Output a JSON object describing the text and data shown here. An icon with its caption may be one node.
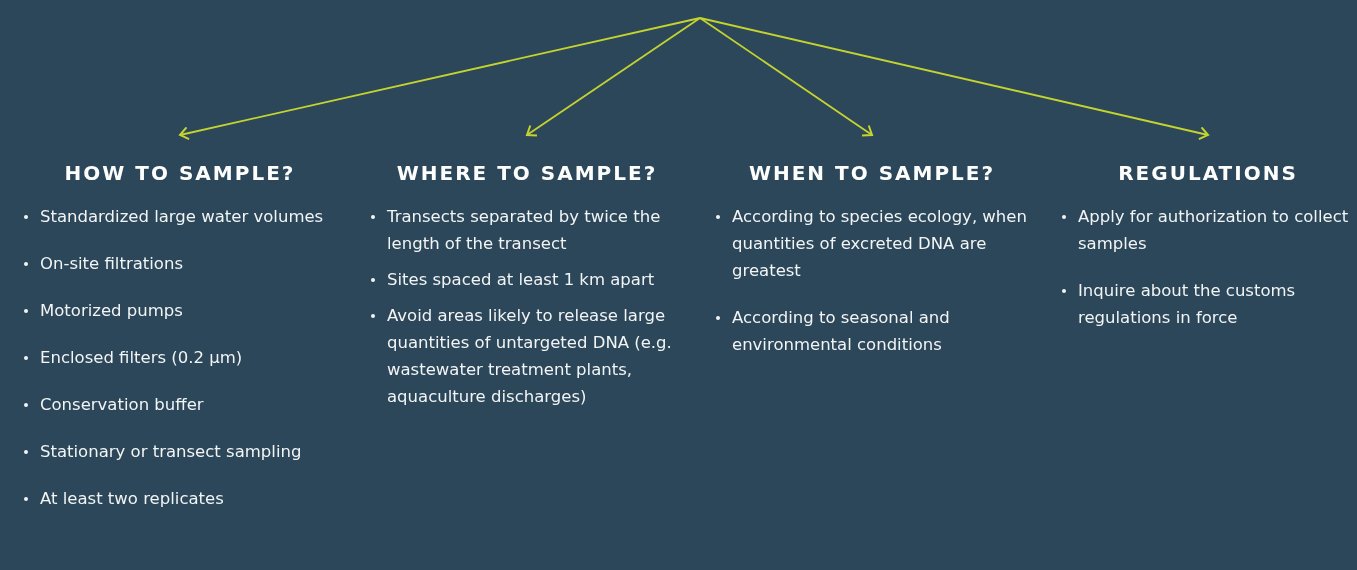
{
  "diagram": {
    "nodes": [
      {
        "text": [
          "HOW TO SAMPLE?",
          "Standardized large water volumes",
          "On-site filtrations",
          "Motorized pumps",
          "Enclosed filters (0.2 µm)",
          "Conservation buffer",
          "Stationary or transect sampling",
          "At least two replicates"
        ]
      },
      {
        "text": [
          "WHERE TO SAMPLE?",
          "Transects separated by twice the length of the transect",
          "Sites spaced at least 1 km apart",
          "Avoid areas likely to release large quantities of untargeted DNA (e.g. wastewater treatment plants, aquaculture discharges)"
        ]
      },
      {
        "text": [
          "WHEN TO SAMPLE?",
          "According to species ecology, when quantities of excreted DNA are greatest",
          "According to seasonal and environmental conditions"
        ]
      },
      {
        "text": [
          "REGULATIONS",
          "Apply for authorization to collect samples",
          "Inquire about the customs regulations in force"
        ]
      }
    ],
    "edges": [
      {
        "from": null,
        "to": 0,
        "arrow": "to"
      },
      {
        "from": null,
        "to": 1,
        "arrow": "to"
      },
      {
        "from": null,
        "to": 2,
        "arrow": "to"
      },
      {
        "from": null,
        "to": 3,
        "arrow": "to"
      }
    ]
  }
}
